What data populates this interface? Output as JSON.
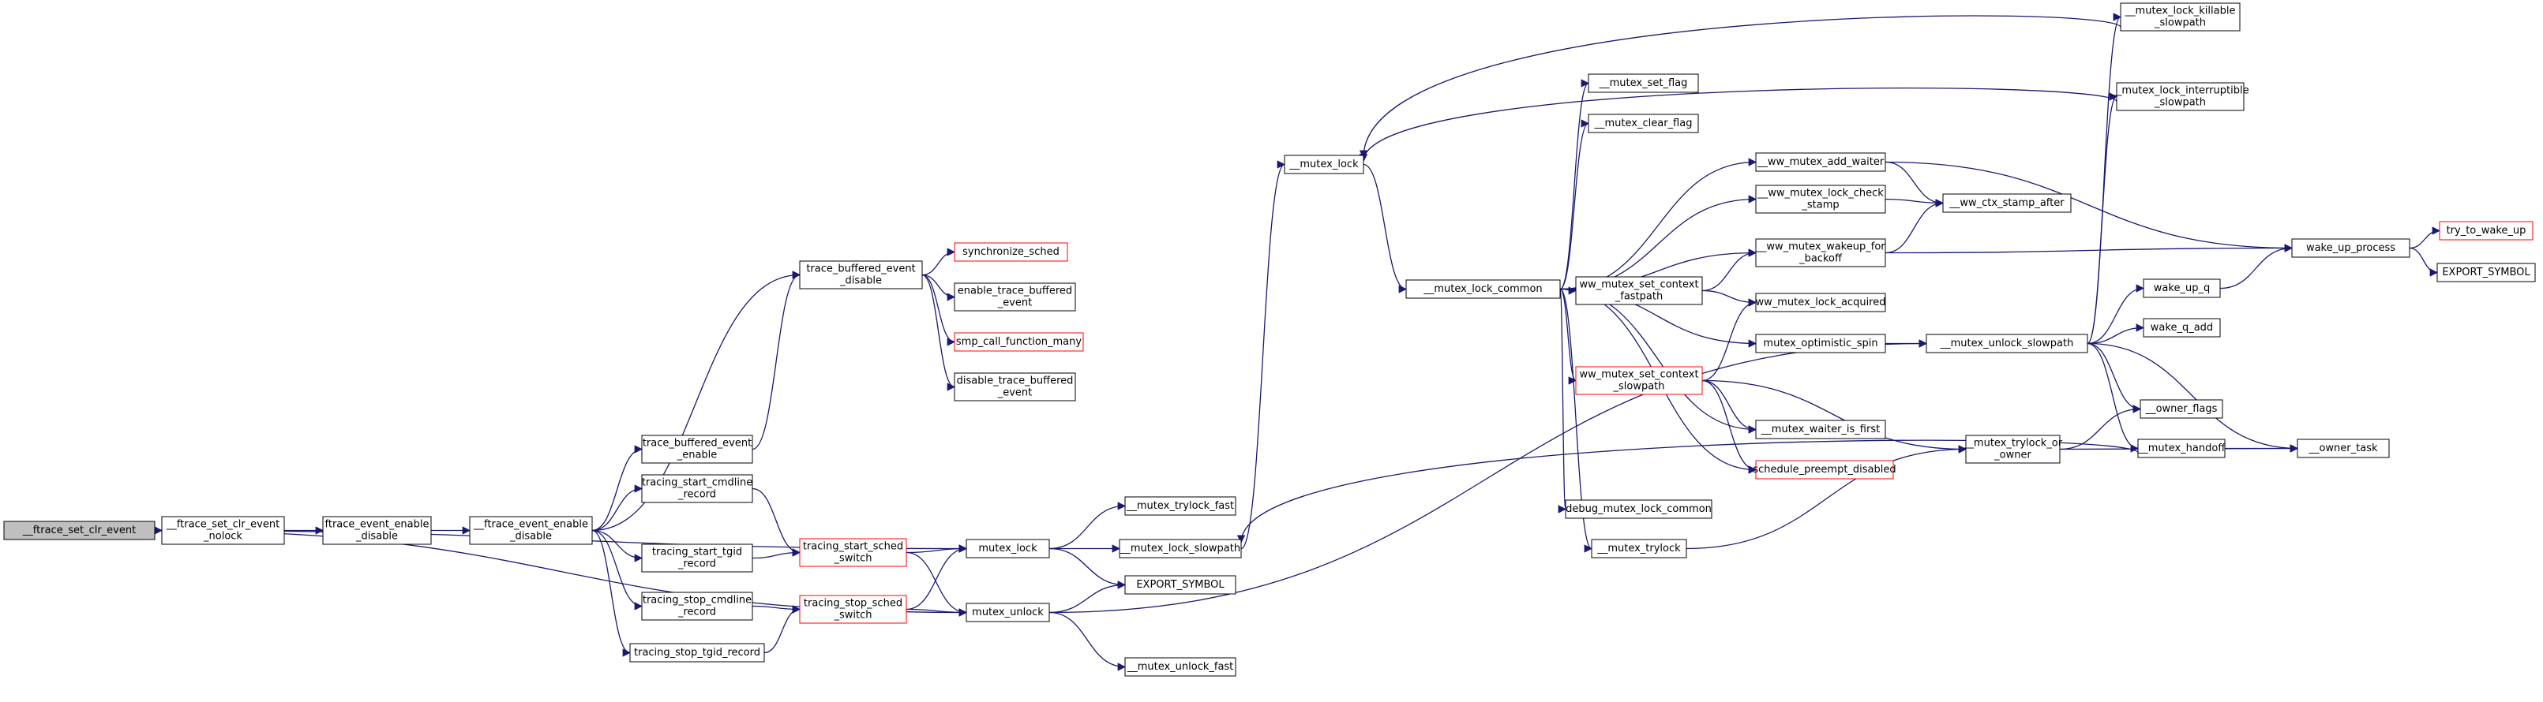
{
  "colors": {
    "edge": "#191970",
    "border_default": "#000000",
    "border_truncated": "#ff0000",
    "root_fill": "#bfbfbf",
    "fill": "#ffffff"
  },
  "nodes": [
    {
      "id": "n0",
      "lines": [
        "__ftrace_set_clr_event"
      ],
      "style": "root"
    },
    {
      "id": "n1",
      "lines": [
        "__ftrace_set_clr_event",
        "_nolock"
      ],
      "style": "normal"
    },
    {
      "id": "n2",
      "lines": [
        "ftrace_event_enable",
        "_disable"
      ],
      "style": "normal"
    },
    {
      "id": "n3",
      "lines": [
        "__ftrace_event_enable",
        "_disable"
      ],
      "style": "normal"
    },
    {
      "id": "n4",
      "lines": [
        "trace_buffered_event",
        "_disable"
      ],
      "style": "normal"
    },
    {
      "id": "n5",
      "lines": [
        "trace_buffered_event",
        "_enable"
      ],
      "style": "normal"
    },
    {
      "id": "n6",
      "lines": [
        "tracing_start_cmdline",
        "_record"
      ],
      "style": "normal"
    },
    {
      "id": "n7",
      "lines": [
        "tracing_start_tgid",
        "_record"
      ],
      "style": "normal"
    },
    {
      "id": "n8",
      "lines": [
        "tracing_stop_cmdline",
        "_record"
      ],
      "style": "normal"
    },
    {
      "id": "n9",
      "lines": [
        "tracing_stop_tgid_record"
      ],
      "style": "normal"
    },
    {
      "id": "n10",
      "lines": [
        "synchronize_sched"
      ],
      "style": "red"
    },
    {
      "id": "n11",
      "lines": [
        "enable_trace_buffered",
        "_event"
      ],
      "style": "normal"
    },
    {
      "id": "n12",
      "lines": [
        "smp_call_function_many"
      ],
      "style": "red"
    },
    {
      "id": "n13",
      "lines": [
        "disable_trace_buffered",
        "_event"
      ],
      "style": "normal"
    },
    {
      "id": "n14",
      "lines": [
        "tracing_start_sched",
        "_switch"
      ],
      "style": "red"
    },
    {
      "id": "n15",
      "lines": [
        "tracing_stop_sched",
        "_switch"
      ],
      "style": "red"
    },
    {
      "id": "n16",
      "lines": [
        "mutex_lock"
      ],
      "style": "normal"
    },
    {
      "id": "n17",
      "lines": [
        "mutex_unlock"
      ],
      "style": "normal"
    },
    {
      "id": "n18",
      "lines": [
        "__mutex_trylock_fast"
      ],
      "style": "normal"
    },
    {
      "id": "n19",
      "lines": [
        "__mutex_lock_slowpath"
      ],
      "style": "normal"
    },
    {
      "id": "n20",
      "lines": [
        "EXPORT_SYMBOL"
      ],
      "style": "normal"
    },
    {
      "id": "n21",
      "lines": [
        "__mutex_unlock_fast"
      ],
      "style": "normal"
    },
    {
      "id": "n22",
      "lines": [
        "__mutex_lock"
      ],
      "style": "normal"
    },
    {
      "id": "n23",
      "lines": [
        "__mutex_lock_common"
      ],
      "style": "normal"
    },
    {
      "id": "n24",
      "lines": [
        "__mutex_set_flag"
      ],
      "style": "normal"
    },
    {
      "id": "n25",
      "lines": [
        "__mutex_clear_flag"
      ],
      "style": "normal"
    },
    {
      "id": "n26",
      "lines": [
        "__ww_mutex_add_waiter"
      ],
      "style": "normal"
    },
    {
      "id": "n27",
      "lines": [
        "__ww_mutex_lock_check",
        "_stamp"
      ],
      "style": "normal"
    },
    {
      "id": "n28",
      "lines": [
        "__ww_mutex_wakeup_for",
        "_backoff"
      ],
      "style": "normal"
    },
    {
      "id": "n29",
      "lines": [
        "ww_mutex_set_context",
        "_fastpath"
      ],
      "style": "normal"
    },
    {
      "id": "n30",
      "lines": [
        "ww_mutex_lock_acquired"
      ],
      "style": "normal"
    },
    {
      "id": "n31",
      "lines": [
        "mutex_optimistic_spin"
      ],
      "style": "normal"
    },
    {
      "id": "n32",
      "lines": [
        "ww_mutex_set_context",
        "_slowpath"
      ],
      "style": "red"
    },
    {
      "id": "n33",
      "lines": [
        "__mutex_waiter_is_first"
      ],
      "style": "normal"
    },
    {
      "id": "n34",
      "lines": [
        "schedule_preempt_disabled"
      ],
      "style": "red"
    },
    {
      "id": "n35",
      "lines": [
        "debug_mutex_lock_common"
      ],
      "style": "normal"
    },
    {
      "id": "n36",
      "lines": [
        "__mutex_trylock"
      ],
      "style": "normal"
    },
    {
      "id": "n37",
      "lines": [
        "__ww_ctx_stamp_after"
      ],
      "style": "normal"
    },
    {
      "id": "n38",
      "lines": [
        "__mutex_unlock_slowpath"
      ],
      "style": "normal"
    },
    {
      "id": "n39",
      "lines": [
        "__mutex_trylock_or",
        "_owner"
      ],
      "style": "normal"
    },
    {
      "id": "n40",
      "lines": [
        "__mutex_lock_killable",
        "_slowpath"
      ],
      "style": "normal"
    },
    {
      "id": "n41",
      "lines": [
        "__mutex_lock_interruptible",
        "_slowpath"
      ],
      "style": "normal"
    },
    {
      "id": "n42",
      "lines": [
        "wake_up_process"
      ],
      "style": "normal"
    },
    {
      "id": "n43",
      "lines": [
        "wake_up_q"
      ],
      "style": "normal"
    },
    {
      "id": "n44",
      "lines": [
        "wake_q_add"
      ],
      "style": "normal"
    },
    {
      "id": "n45",
      "lines": [
        "__owner_flags"
      ],
      "style": "normal"
    },
    {
      "id": "n46",
      "lines": [
        "__mutex_handoff"
      ],
      "style": "normal"
    },
    {
      "id": "n47",
      "lines": [
        "__owner_task"
      ],
      "style": "normal"
    },
    {
      "id": "n48",
      "lines": [
        "try_to_wake_up"
      ],
      "style": "red"
    },
    {
      "id": "n49",
      "lines": [
        "EXPORT_SYMBOL"
      ],
      "style": "normal"
    }
  ],
  "edges": [
    [
      "n0",
      "n1"
    ],
    [
      "n0",
      "n16"
    ],
    [
      "n0",
      "n17"
    ],
    [
      "n1",
      "n2"
    ],
    [
      "n2",
      "n3"
    ],
    [
      "n3",
      "n4"
    ],
    [
      "n3",
      "n5"
    ],
    [
      "n3",
      "n6"
    ],
    [
      "n3",
      "n7"
    ],
    [
      "n3",
      "n8"
    ],
    [
      "n3",
      "n9"
    ],
    [
      "n4",
      "n10"
    ],
    [
      "n4",
      "n11"
    ],
    [
      "n4",
      "n12"
    ],
    [
      "n4",
      "n13"
    ],
    [
      "n5",
      "n4"
    ],
    [
      "n6",
      "n14"
    ],
    [
      "n7",
      "n14"
    ],
    [
      "n8",
      "n15"
    ],
    [
      "n9",
      "n15"
    ],
    [
      "n14",
      "n16"
    ],
    [
      "n14",
      "n17"
    ],
    [
      "n15",
      "n16"
    ],
    [
      "n15",
      "n17"
    ],
    [
      "n16",
      "n18"
    ],
    [
      "n16",
      "n19"
    ],
    [
      "n16",
      "n20"
    ],
    [
      "n17",
      "n20"
    ],
    [
      "n17",
      "n21"
    ],
    [
      "n17",
      "n38"
    ],
    [
      "n19",
      "n22"
    ],
    [
      "n22",
      "n23"
    ],
    [
      "n23",
      "n24"
    ],
    [
      "n23",
      "n25"
    ],
    [
      "n23",
      "n26"
    ],
    [
      "n23",
      "n27"
    ],
    [
      "n23",
      "n28"
    ],
    [
      "n23",
      "n29"
    ],
    [
      "n23",
      "n31"
    ],
    [
      "n23",
      "n32"
    ],
    [
      "n23",
      "n33"
    ],
    [
      "n23",
      "n34"
    ],
    [
      "n23",
      "n35"
    ],
    [
      "n23",
      "n36"
    ],
    [
      "n26",
      "n37"
    ],
    [
      "n26",
      "n42"
    ],
    [
      "n27",
      "n37"
    ],
    [
      "n28",
      "n37"
    ],
    [
      "n28",
      "n42"
    ],
    [
      "n29",
      "n28"
    ],
    [
      "n29",
      "n30"
    ],
    [
      "n31",
      "n38"
    ],
    [
      "n32",
      "n30"
    ],
    [
      "n32",
      "n33"
    ],
    [
      "n32",
      "n34"
    ],
    [
      "n32",
      "n39"
    ],
    [
      "n36",
      "n39"
    ],
    [
      "n38",
      "n40"
    ],
    [
      "n38",
      "n41"
    ],
    [
      "n38",
      "n43"
    ],
    [
      "n38",
      "n44"
    ],
    [
      "n38",
      "n45"
    ],
    [
      "n38",
      "n46"
    ],
    [
      "n38",
      "n47"
    ],
    [
      "n39",
      "n45"
    ],
    [
      "n39",
      "n47"
    ],
    [
      "n40",
      "n22"
    ],
    [
      "n41",
      "n22"
    ],
    [
      "n42",
      "n48"
    ],
    [
      "n42",
      "n49"
    ],
    [
      "n43",
      "n42"
    ],
    [
      "n46",
      "n19"
    ],
    [
      "n46",
      "n47"
    ]
  ]
}
